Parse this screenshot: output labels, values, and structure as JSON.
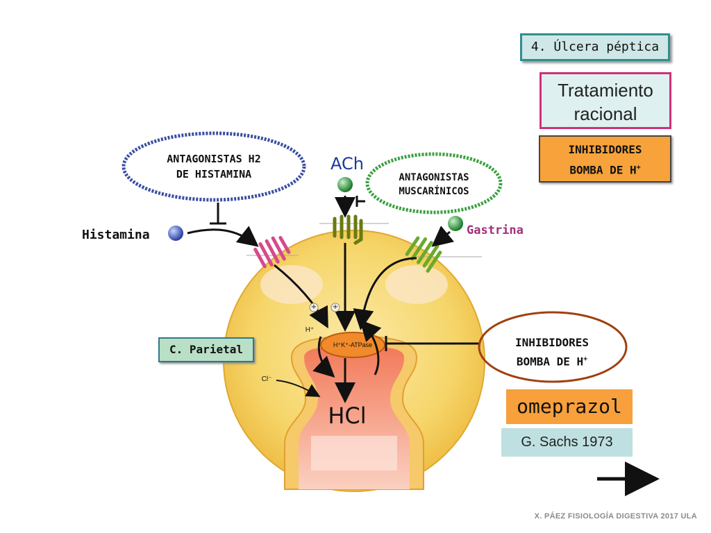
{
  "title": "4. Úlcera péptica",
  "treatment": {
    "line1": "Tratamiento",
    "line2": "racional"
  },
  "inhibitors_box": {
    "line1": "INHIBIDORES",
    "line2_base": "BOMBA DE H",
    "line2_sup": "+"
  },
  "antagonists_h2": {
    "line1": "ANTAGONISTAS H2",
    "line2": "DE HISTAMINA"
  },
  "antagonists_musc": {
    "line1": "ANTAGONISTAS",
    "line2": "MUSCARÍNICOS"
  },
  "inhibitors_ellipse": {
    "line1": "INHIBIDORES",
    "line2_base": "BOMBA DE H",
    "line2_sup": "+"
  },
  "ligands": {
    "ach": "ACh",
    "histamina": "Histamina",
    "gastrina": "Gastrina"
  },
  "cell": {
    "label": "C. Parietal",
    "pump": "H⁺K⁺-ATPase",
    "h_ion": "H⁺",
    "k_ion": "K⁺",
    "cl_ion": "Cl⁻",
    "plus": "+",
    "product": "HCl"
  },
  "drug": "omeprazol",
  "discovery": "G. Sachs 1973",
  "footer": "X. PÁEZ   FISIOLOGÍA DIGESTIVA 2017  ULA",
  "colors": {
    "cell_fill": "#f6d66a",
    "lumen": "#f49a7a",
    "pump": "#f08a2a",
    "histamine_receptor": "#e0609a",
    "ach_receptor": "#7a8a1a",
    "gastrin_receptor": "#6aaa2a",
    "h2_ellipse": "#3a4fa0",
    "musc_ellipse": "#3aa040",
    "inhib_ellipse": "#a04010",
    "ligand_blue": "#3a5fc0",
    "ligand_green": "#30a040",
    "gastrina_text": "#a0307a"
  }
}
